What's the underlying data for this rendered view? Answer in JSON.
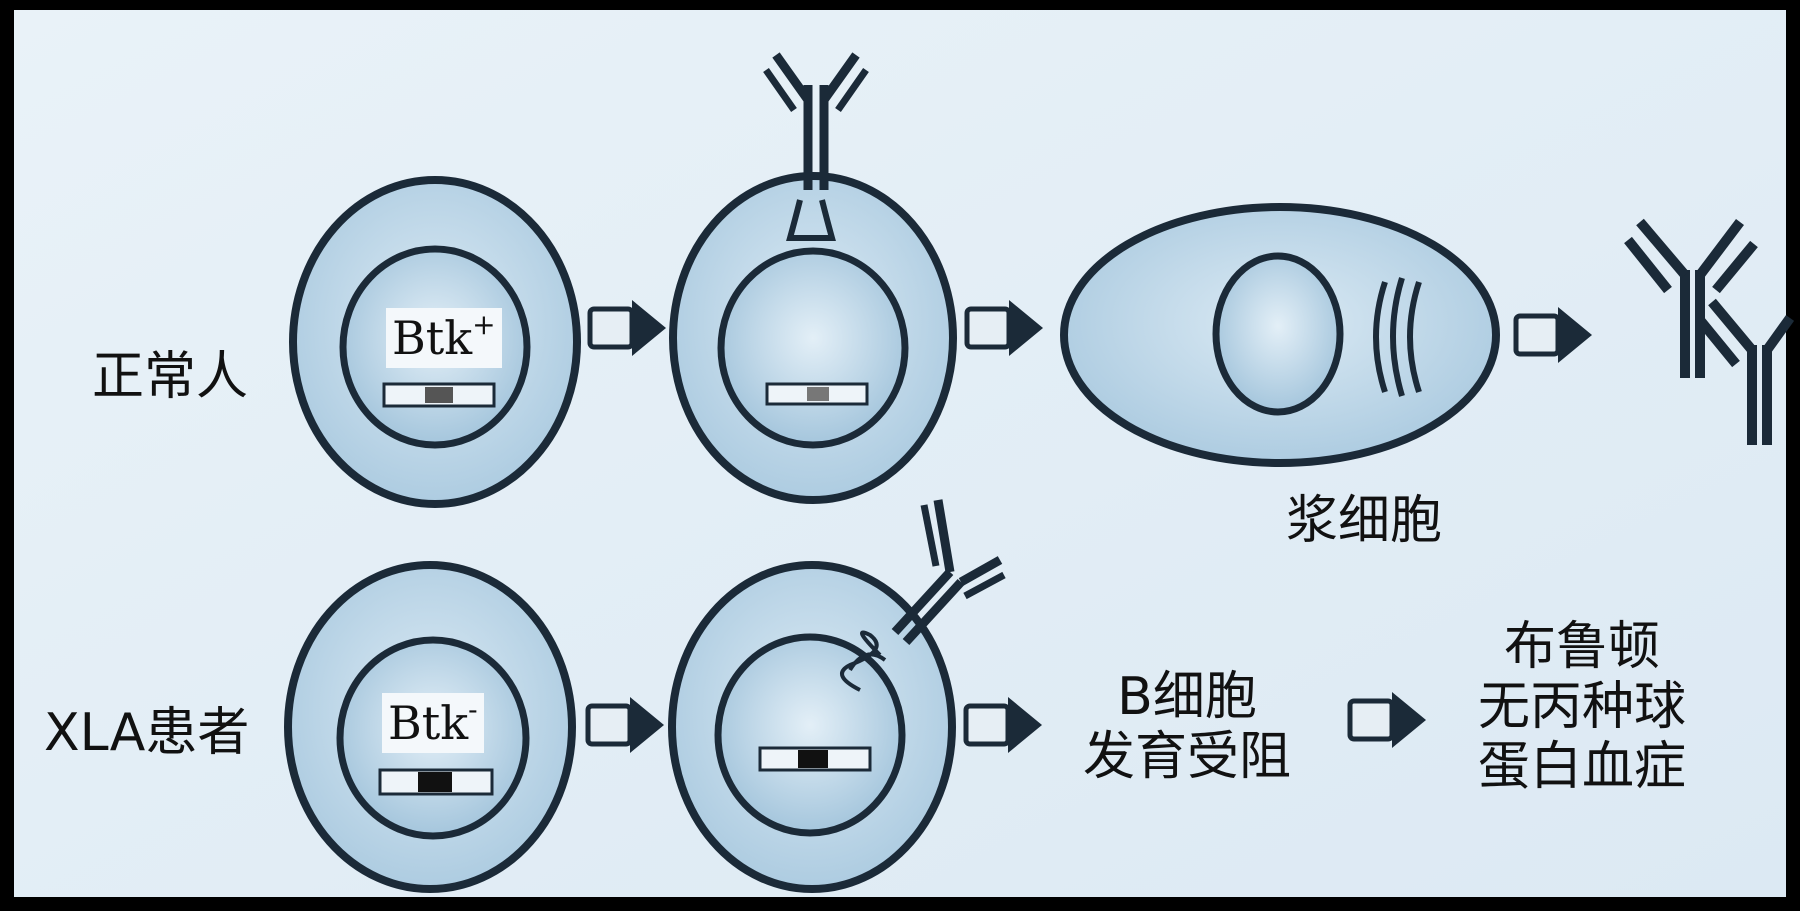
{
  "colors": {
    "frame": "#000000",
    "background": "#e6f0f7",
    "cell_fill": "#bcd6e8",
    "outline": "#1b2a38",
    "gene_dark": "#111111",
    "gene_light": "#eef4f9"
  },
  "icons": [
    "arrow-right-icon",
    "antibody-icon",
    "b-cell-receptor-icon",
    "golgi-icon",
    "gene-segment-icon"
  ],
  "normal": {
    "row_label": "正常人",
    "btk_gene": "Btk",
    "btk_sign": "+",
    "plasma_cell_label": "浆细胞"
  },
  "xla": {
    "row_label": "XLA患者",
    "btk_gene": "Btk",
    "btk_sign": "-",
    "block_line1": "B细胞",
    "block_line2": "发育受阻",
    "outcome_line1": "布鲁顿",
    "outcome_line2": "无丙种球",
    "outcome_line3": "蛋白血症"
  }
}
